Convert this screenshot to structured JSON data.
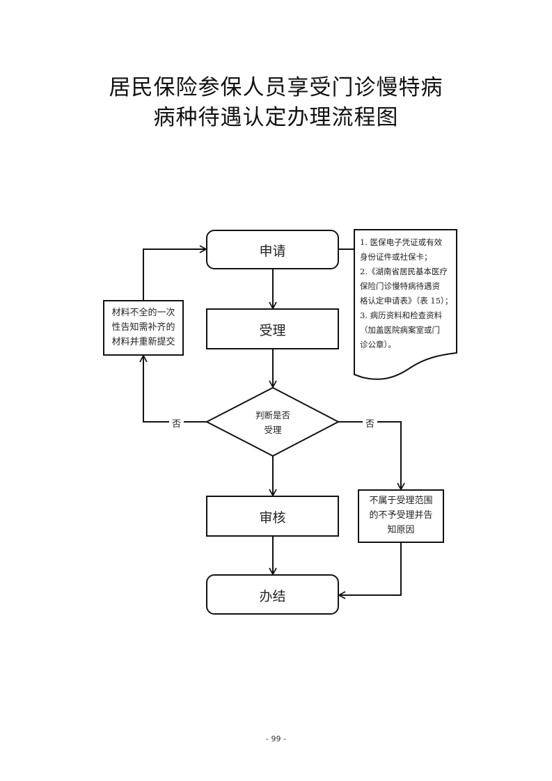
{
  "document": {
    "title_line1": "居民保险参保人员享受门诊慢特病",
    "title_line2": "病种待遇认定办理流程图",
    "page_number": "- 99 -"
  },
  "flowchart": {
    "nodes": {
      "apply": "申请",
      "accept": "受理",
      "decision_line1": "判断是否",
      "decision_line2": "受理",
      "review": "审核",
      "complete": "办结",
      "incomplete_line1": "材料不全的一次",
      "incomplete_line2": "性告知需补齐的",
      "incomplete_line3": "材料并重新提交",
      "rejected_line1": "不属于受理范围",
      "rejected_line2": "的不予受理并告",
      "rejected_line3": "知原因"
    },
    "edge_labels": {
      "left_no": "否",
      "right_no": "否"
    },
    "materials_note": [
      "1. 医保电子凭证或有效",
      "身份证件或社保卡；",
      "2.《湖南省居民基本医疗",
      "保险门诊慢特病待遇资",
      "格认定申请表》（表 15）；",
      "3. 病历资料和检查资料",
      "（加盖医院病案室或门",
      "诊公章）。"
    ]
  }
}
